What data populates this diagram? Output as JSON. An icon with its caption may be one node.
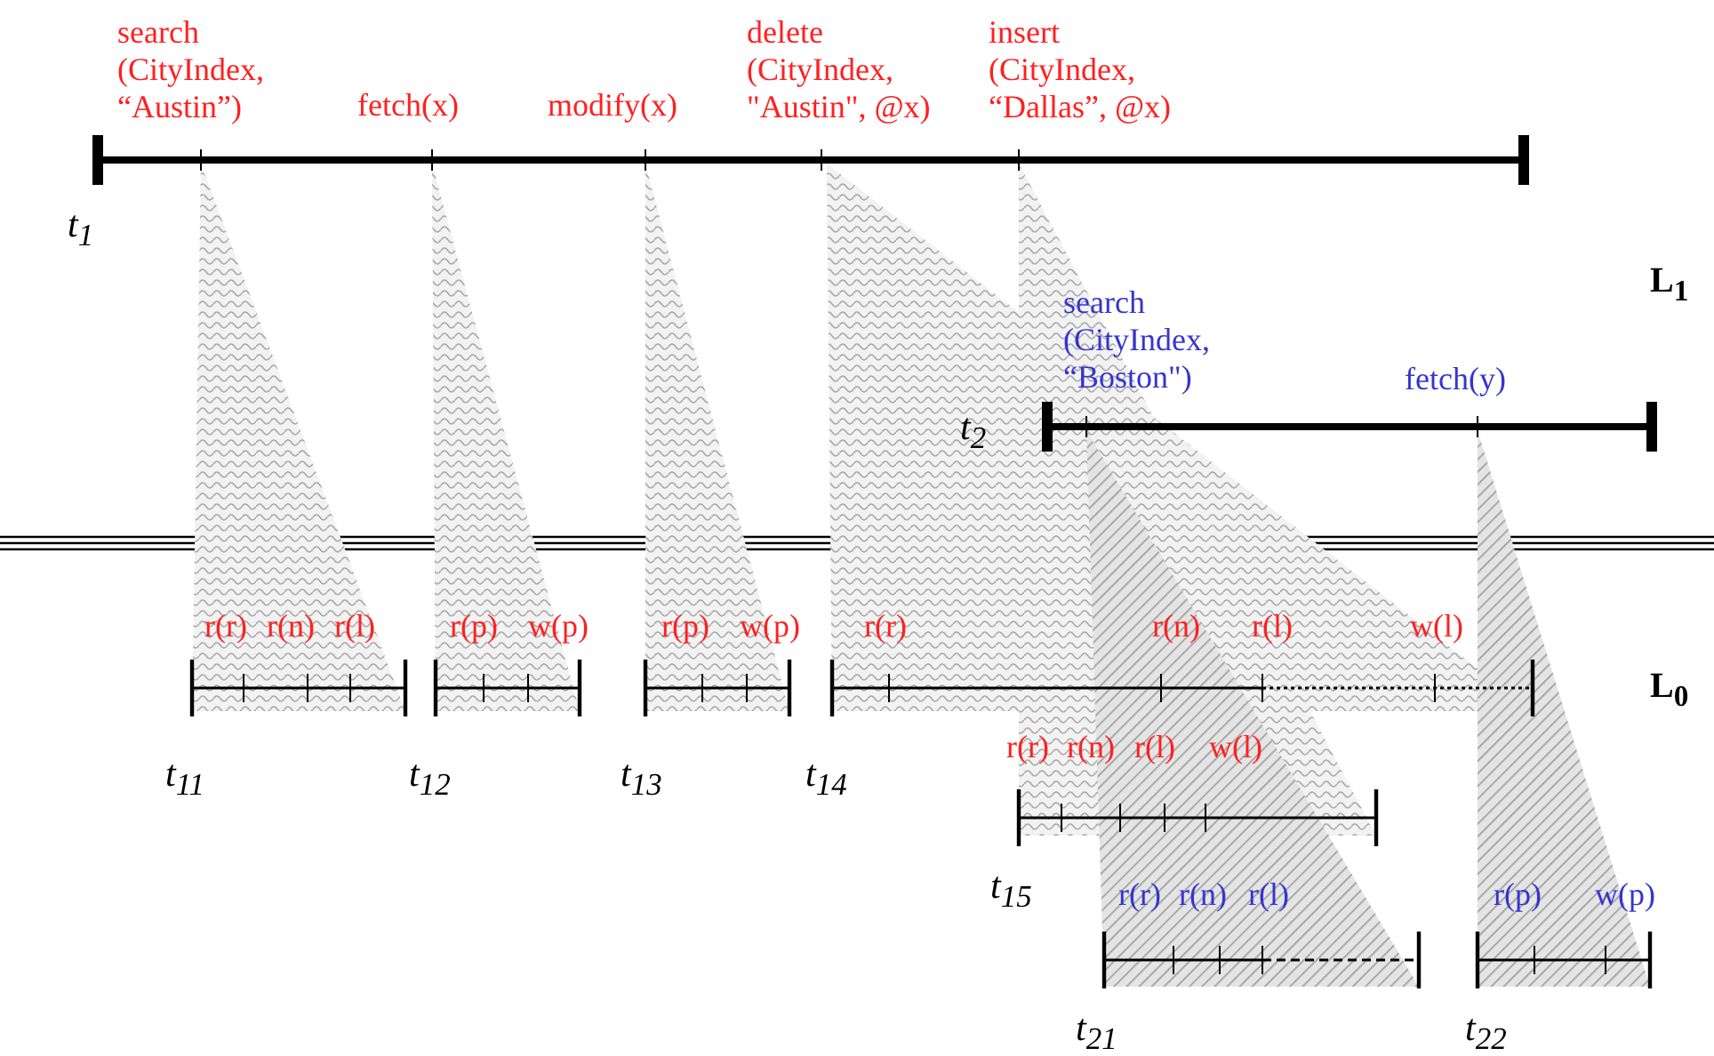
{
  "diagram": {
    "labels": [
      "search (CityIndex, “Austin”)",
      "fetch(x)",
      "modify(x)",
      "delete (CityIndex, \"Austin\", @x)",
      "insert (CityIndex, “Dallas”, @x)",
      "t$_{1}$",
      "L$_{1}$",
      "search (CityIndex, “Boston\")",
      "fetch(y)",
      "t$_{2}$",
      "r(r)",
      "r(n)",
      "r(l)",
      "r(p)",
      "w(p)",
      "r(p)",
      "w(p)",
      "r(r)",
      "r(n)",
      "r(l)",
      "w(l)",
      "L$_{0}$",
      "t$_{11}$",
      "t$_{12}$",
      "t$_{13}$",
      "t$_{14}$",
      "r(r)",
      "r(n)",
      "r(l)",
      "w(l)",
      "t$_{15}$",
      "r(r)",
      "r(n)",
      "r(l)",
      "r(p)",
      "w(p)",
      "t$_{21}$",
      "t$_{22}$"
    ]
  }
}
